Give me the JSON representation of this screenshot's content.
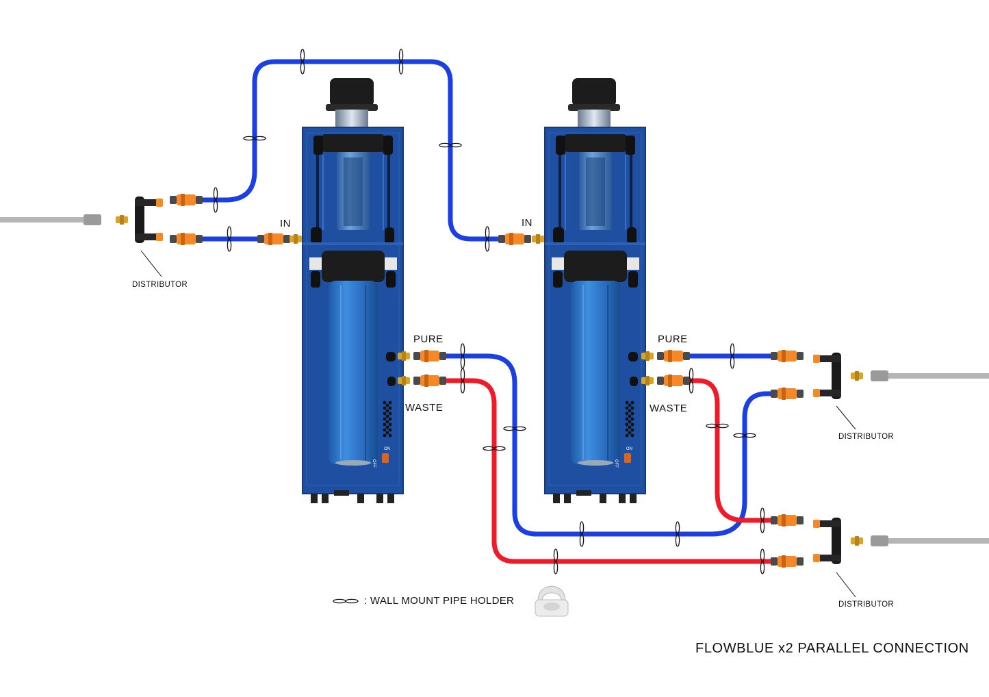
{
  "labels": {
    "in": "IN",
    "pure": "PURE",
    "waste": "WASTE",
    "distributor": "DISTRIBUTOR",
    "legend": ": WALL MOUNT PIPE HOLDER",
    "title": "FLOWBLUE x2 PARALLEL CONNECTION"
  },
  "units": [
    {
      "switch_label": "ON",
      "switch_label_off": "OFF"
    },
    {
      "switch_label": "ON",
      "switch_label_off": "OFF"
    }
  ],
  "colors": {
    "unit_body": "#1f4fa0",
    "unit_edge": "#17397a",
    "filter_blue": "#2a73c9",
    "cap_black": "#1c1c1c",
    "pure_pipe": "#1b3fe0",
    "waste_pipe": "#ee1c2a",
    "supply_pipe": "#b5b5b5",
    "connector_orange": "#f5892a",
    "connector_grey": "#555555",
    "brass": "#d8a42a"
  },
  "icons": {
    "pipe_holder": "pipe-holder-icon",
    "pipe_clip": "pipe-clip-icon",
    "distributor": "distributor-icon",
    "hose_connector": "hose-connector-icon"
  }
}
